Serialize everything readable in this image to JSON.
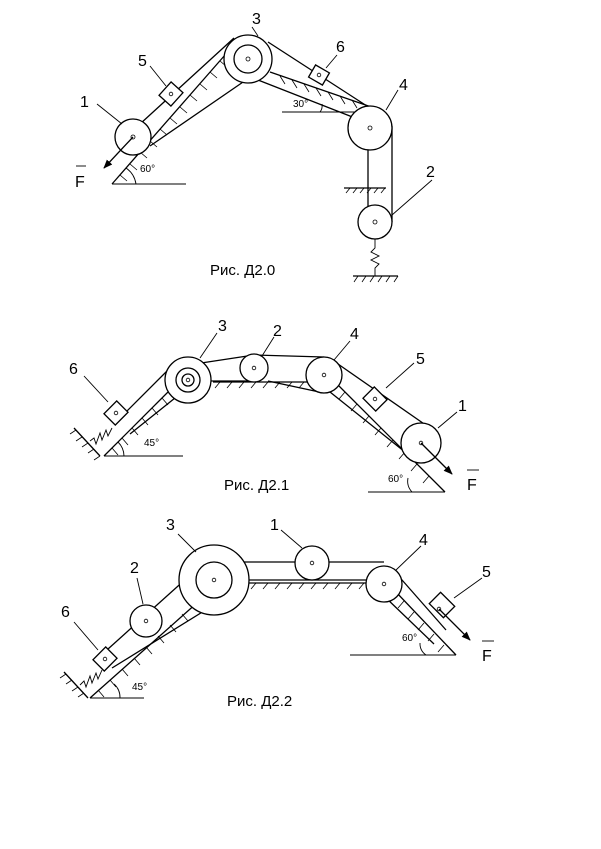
{
  "figures": [
    {
      "caption": "Рис. Д2.0",
      "labels": [
        "1",
        "2",
        "3",
        "4",
        "5",
        "6"
      ],
      "angles": [
        "60°",
        "30°"
      ],
      "force": "F"
    },
    {
      "caption": "Рис. Д2.1",
      "labels": [
        "1",
        "2",
        "3",
        "4",
        "5",
        "6"
      ],
      "angles": [
        "45°",
        "60°"
      ],
      "force": "F"
    },
    {
      "caption": "Рис. Д2.2",
      "labels": [
        "1",
        "2",
        "3",
        "4",
        "5",
        "6"
      ],
      "angles": [
        "45°",
        "60°"
      ],
      "force": "F"
    }
  ]
}
